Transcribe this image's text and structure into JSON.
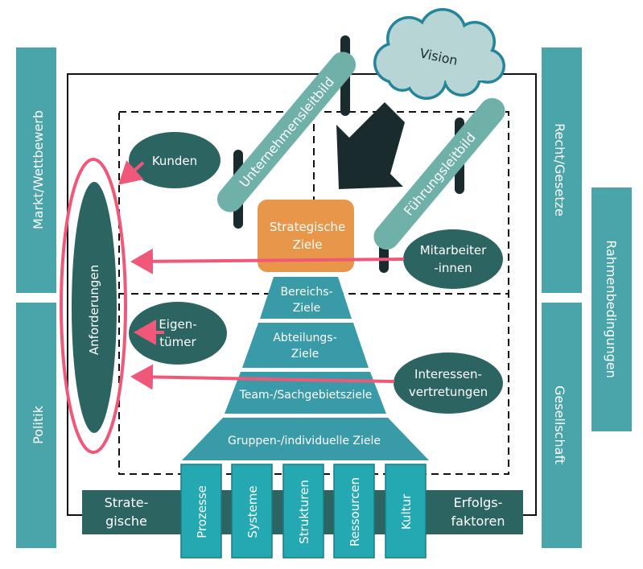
{
  "colors": {
    "teal_light": "#4aa5aa",
    "teal_dark": "#2c6461",
    "teal_bright": "#24a8b2",
    "teal_bar": "#6fb0a9",
    "pyramid_teal": "#3a9ba8",
    "orange": "#e8974a",
    "pink": "#f0587a",
    "cloud_fill": "#b6d5d4",
    "cloud_stroke": "#24859a",
    "arrow_dark": "#1a2b2d",
    "frame": "#111111"
  },
  "side_panels": {
    "markt": "Markt/Wettbewerb",
    "politik": "Politik",
    "recht": "Recht/Gesetze",
    "gesellschaft": "Gesellschaft",
    "rahmen": "Rahmenbedingungen"
  },
  "cloud": {
    "label": "Vision"
  },
  "diagonal_bars": {
    "unternehmensleitbild": "Unternehmensleitbild",
    "fuehrungsleitbild": "Führungsleitbild"
  },
  "strategic_goals": {
    "line1": "Strategische",
    "line2": "Ziele"
  },
  "pyramid": {
    "level1": {
      "line1": "Bereichs-",
      "line2": "Ziele"
    },
    "level2": {
      "line1": "Abteilungs-",
      "line2": "Ziele"
    },
    "level3": "Team-/Sachgebietsziele",
    "level4": "Gruppen-/individuelle Ziele"
  },
  "ovals": {
    "kunden": "Kunden",
    "mitarbeiter": {
      "line1": "Mitarbeiter",
      "line2": "-innen"
    },
    "eigentuemer": {
      "line1": "Eigen-",
      "line2": "tümer"
    },
    "interessen": {
      "line1": "Interessen-",
      "line2": "vertretungen"
    },
    "anforderungen": "Anforderungen"
  },
  "bottom": {
    "left": {
      "line1": "Strate-",
      "line2": "gische"
    },
    "right": {
      "line1": "Erfolgs-",
      "line2": "faktoren"
    },
    "columns": [
      "Prozesse",
      "Systeme",
      "Strukturen",
      "Ressourcen",
      "Kultur"
    ]
  }
}
